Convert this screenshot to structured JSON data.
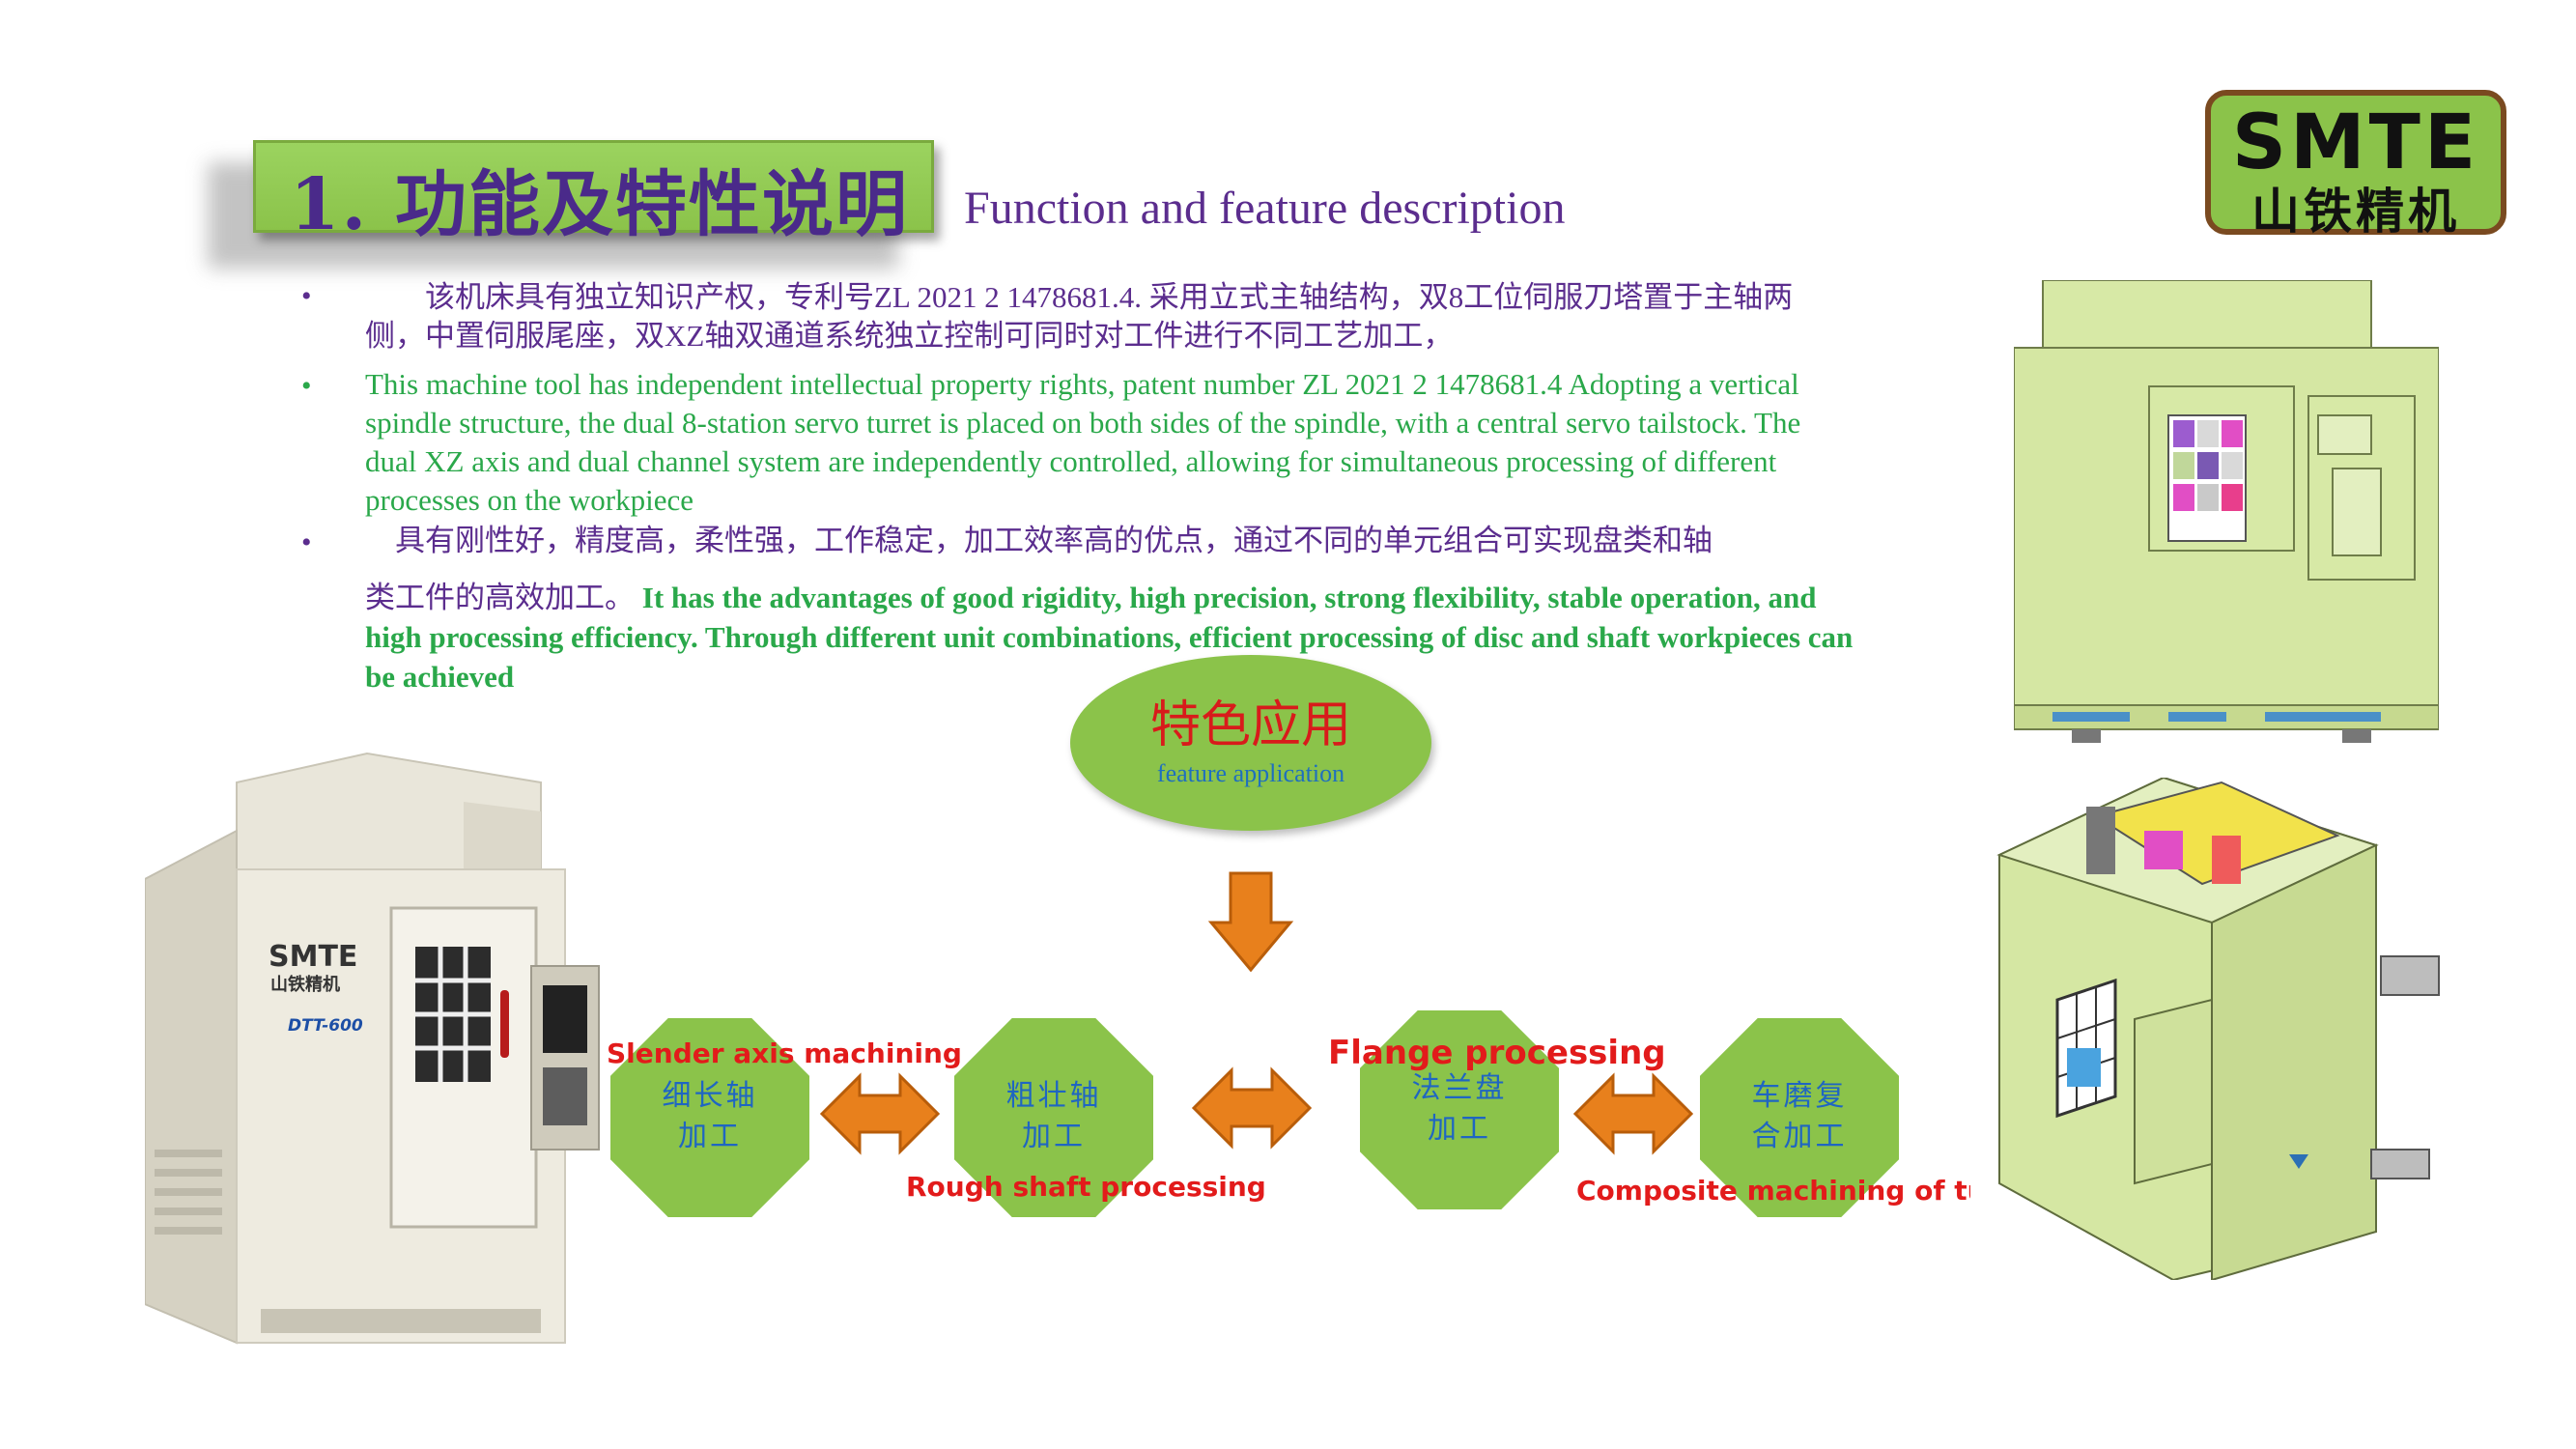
{
  "header": {
    "title_cn": "1. 功能及特性说明",
    "title_en": "Function and feature description"
  },
  "logo": {
    "line1": "SMTE",
    "line2": "山铁精机"
  },
  "description": {
    "bullet": "•",
    "p1": "　　该机床具有独立知识产权，专利号ZL 2021 2 1478681.4. 采用立式主轴结构，双8工位伺服刀塔置于主轴两侧，中置伺服尾座，双XZ轴双通道系统独立控制可同时对工件进行不同工艺加工，",
    "p2": "This machine tool has independent intellectual property rights, patent number ZL 2021 2 1478681.4 Adopting a vertical spindle structure, the dual 8-station servo turret is placed on both sides of the spindle, with a central servo tailstock. The dual XZ axis and dual channel system are independently controlled, allowing for simultaneous processing of different processes on the workpiece",
    "p3_cn_line1": "　具有刚性好，精度高，柔性强，工作稳定，加工效率高的优点，通过不同的单元组合可实现盘类和轴",
    "p3_cn_line2": "类工件的高效加工。",
    "p3_en": " It has the advantages of good rigidity, high precision, strong flexibility, stable operation, and high processing efficiency. Through different unit combinations, efficient processing of disc and shaft workpieces can be achieved"
  },
  "feature": {
    "cn": "特色应用",
    "en": "feature application"
  },
  "applications": [
    {
      "cn1": "细长轴",
      "cn2": "加工",
      "en": "Slender axis machining"
    },
    {
      "cn1": "粗壮轴",
      "cn2": "加工",
      "en": "Rough shaft processing"
    },
    {
      "cn1": "法兰盘",
      "cn2": "加工",
      "en": "Flange processing"
    },
    {
      "cn1": "车磨复",
      "cn2": "合加工",
      "en": "Composite machining of turning and grinding"
    }
  ],
  "machine_panel": {
    "logo_line1": "SMTE",
    "logo_line2": "山铁精机",
    "model": "DTT-600"
  },
  "colors": {
    "green": "#8bc34a",
    "purple": "#5b2d8e",
    "text_green": "#2aa84a",
    "red": "#e21b1b",
    "blue": "#1f66c2",
    "orange": "#e8801c"
  }
}
